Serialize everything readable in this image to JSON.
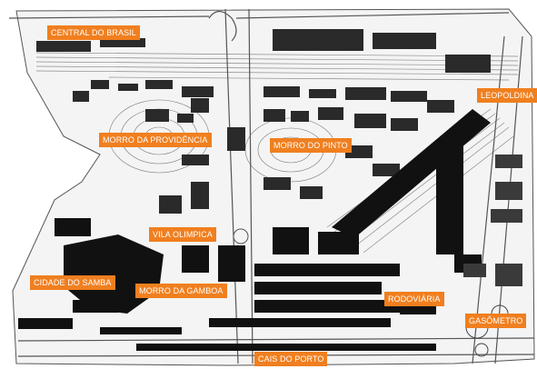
{
  "map": {
    "labels": {
      "central_do_brasil": "CENTRAL DO BRASIL",
      "leopoldina": "LEOPOLDINA",
      "morro_da_providencia": "MORRO DA PROVIDÊNCIA",
      "morro_do_pinto": "MORRO DO PINTO",
      "vila_olimpica": "VILA OLIMPICA",
      "cidade_do_samba": "CIDADE DO SAMBA",
      "morro_da_gamboa": "MORRO DA GAMBOA",
      "rodoviaria": "RODOVIÁRIA",
      "gasometro": "GASÔMETRO",
      "cais_do_porto": "CAIS DO PORTO"
    },
    "colors": {
      "label_background": "#f07f1f",
      "label_text": "#ffffff",
      "building_fill": "#1a1a1a",
      "street_line": "#9a9a9a",
      "background": "#ffffff"
    }
  }
}
